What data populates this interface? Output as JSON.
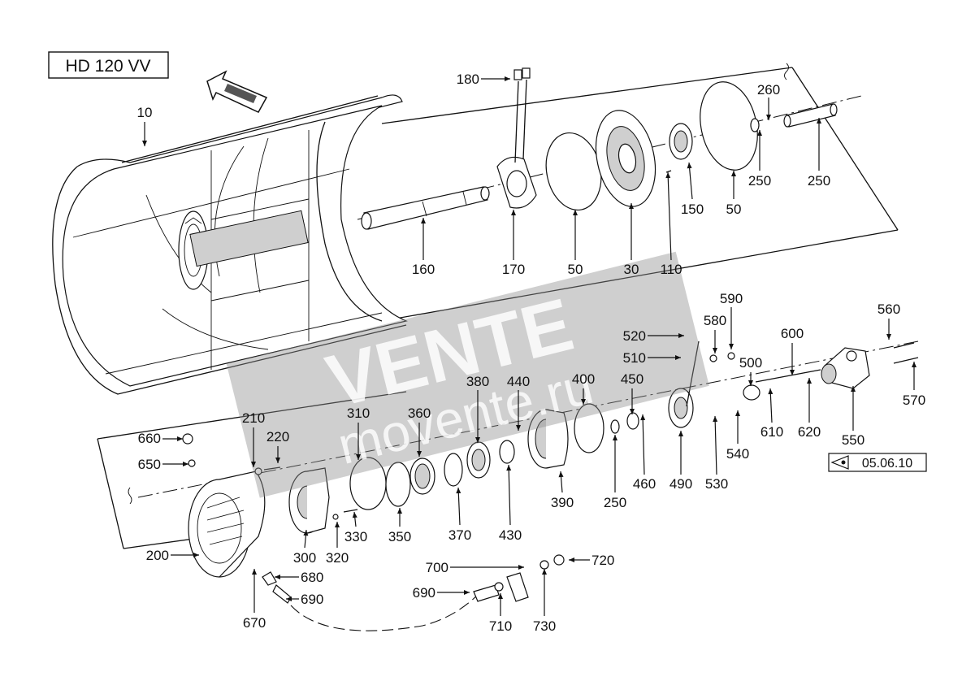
{
  "model_label": "HD 120 VV",
  "date_label": "05.06.10",
  "watermark": {
    "brand": "VENTE",
    "site": "movente.ru"
  },
  "part_numbers": [
    "10",
    "180",
    "260",
    "250",
    "250",
    "150",
    "50",
    "160",
    "170",
    "50",
    "30",
    "110",
    "590",
    "560",
    "580",
    "520",
    "600",
    "510",
    "450",
    "380",
    "440",
    "400",
    "500",
    "570",
    "210",
    "310",
    "360",
    "660",
    "220",
    "620",
    "610",
    "550",
    "650",
    "540",
    "490",
    "530",
    "460",
    "250",
    "390",
    "430",
    "370",
    "350",
    "330",
    "300",
    "320",
    "200",
    "700",
    "720",
    "680",
    "690",
    "690",
    "670",
    "710",
    "730"
  ],
  "colors": {
    "ink": "#111111",
    "watermark": "#9a9a9a",
    "background": "#ffffff"
  },
  "icons": [
    "arrow-icon",
    "date-flag-icon"
  ]
}
